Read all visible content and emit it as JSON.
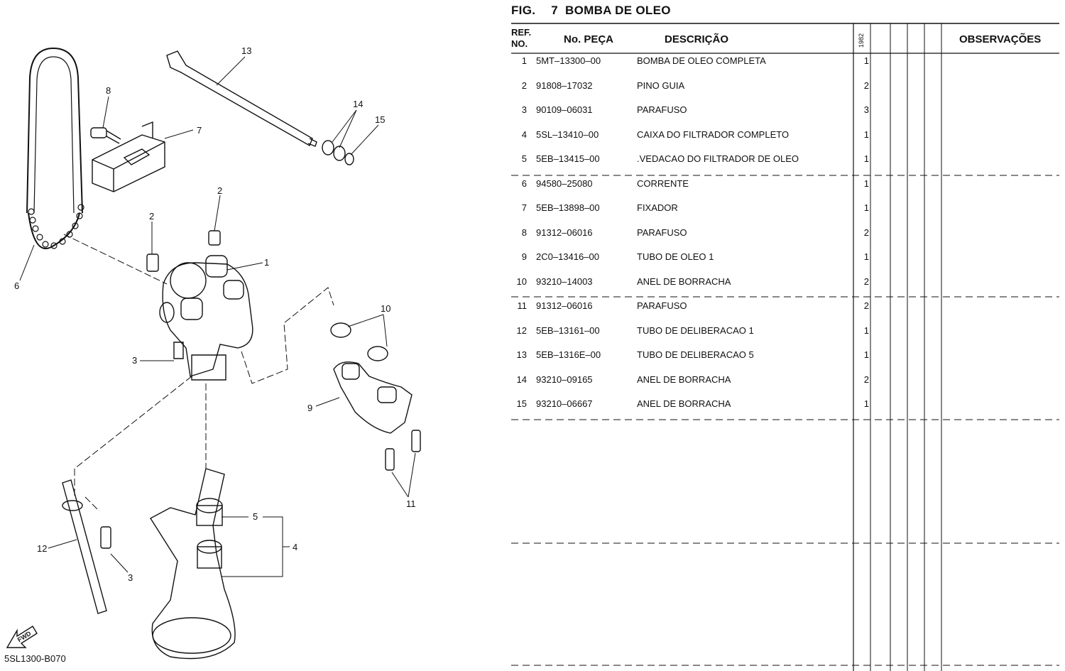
{
  "figure": {
    "label": "FIG.",
    "number": "7",
    "title": "BOMBA DE OLEO"
  },
  "table": {
    "headers": {
      "ref_line1": "REF.",
      "ref_line2": "NO.",
      "part_no": "No. PEÇA",
      "description": "DESCRIÇÃO",
      "model": "1982",
      "observations": "OBSERVAÇÕES"
    },
    "rows": [
      {
        "ref": "1",
        "part": "5MT–13300–00",
        "desc": "BOMBA DE OLEO COMPLETA",
        "qty": "1"
      },
      {
        "ref": "2",
        "part": "91808–17032",
        "desc": "PINO GUIA",
        "qty": "2"
      },
      {
        "ref": "3",
        "part": "90109–06031",
        "desc": "PARAFUSO",
        "qty": "3"
      },
      {
        "ref": "4",
        "part": "5SL–13410–00",
        "desc": "CAIXA DO FILTRADOR COMPLETO",
        "qty": "1"
      },
      {
        "ref": "5",
        "part": "5EB–13415–00",
        "desc": ".VEDACAO DO FILTRADOR DE OLEO",
        "qty": "1"
      },
      {
        "ref": "6",
        "part": "94580–25080",
        "desc": "CORRENTE",
        "qty": "1"
      },
      {
        "ref": "7",
        "part": "5EB–13898–00",
        "desc": "FIXADOR",
        "qty": "1"
      },
      {
        "ref": "8",
        "part": "91312–06016",
        "desc": "PARAFUSO",
        "qty": "2"
      },
      {
        "ref": "9",
        "part": "2C0–13416–00",
        "desc": "TUBO DE OLEO 1",
        "qty": "1"
      },
      {
        "ref": "10",
        "part": "93210–14003",
        "desc": "ANEL DE BORRACHA",
        "qty": "2"
      },
      {
        "ref": "11",
        "part": "91312–06016",
        "desc": "PARAFUSO",
        "qty": "2"
      },
      {
        "ref": "12",
        "part": "5EB–13161–00",
        "desc": "TUBO DE DELIBERACAO 1",
        "qty": "1"
      },
      {
        "ref": "13",
        "part": "5EB–1316E–00",
        "desc": "TUBO DE DELIBERACAO 5",
        "qty": "1"
      },
      {
        "ref": "14",
        "part": "93210–09165",
        "desc": "ANEL DE BORRACHA",
        "qty": "2"
      },
      {
        "ref": "15",
        "part": "93210–06667",
        "desc": "ANEL DE BORRACHA",
        "qty": "1"
      }
    ]
  },
  "diagram": {
    "callouts": [
      "13",
      "8",
      "7",
      "14",
      "15",
      "2",
      "2",
      "1",
      "6",
      "10",
      "3",
      "9",
      "11",
      "5",
      "4",
      "12",
      "3"
    ],
    "fwd_label": "FWD",
    "code": "5SL1300-B070"
  }
}
